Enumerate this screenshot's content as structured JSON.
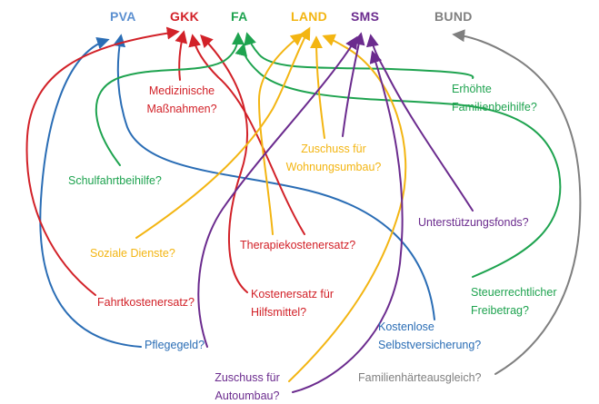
{
  "targets": [
    {
      "id": "pva",
      "label": "PVA",
      "color": "#5b8fd0"
    },
    {
      "id": "gkk",
      "label": "GKK",
      "color": "#d22128"
    },
    {
      "id": "fa",
      "label": "FA",
      "color": "#1ea34f"
    },
    {
      "id": "land",
      "label": "LAND",
      "color": "#f3b512"
    },
    {
      "id": "sms",
      "label": "SMS",
      "color": "#6b2b8e"
    },
    {
      "id": "bund",
      "label": "BUND",
      "color": "#7f7f7f"
    }
  ],
  "benefits": [
    {
      "id": "medizinische",
      "lines": [
        "Medizinische",
        "Maßnahmen?"
      ],
      "color": "#d22128",
      "target": "gkk"
    },
    {
      "id": "familienbeihilfe",
      "lines": [
        "Erhöhte",
        "Familienbeihilfe?"
      ],
      "color": "#1ea34f",
      "target": "fa"
    },
    {
      "id": "wohnungsumbau",
      "lines": [
        "Zuschuss für",
        "Wohnungsumbau?"
      ],
      "color": "#f3b512",
      "target": "land"
    },
    {
      "id": "schulfahrtbeihilfe",
      "lines": [
        "Schulfahrtbeihilfe?"
      ],
      "color": "#1ea34f",
      "target": "fa"
    },
    {
      "id": "unterstuetzungsfonds",
      "lines": [
        "Unterstützungsfonds?"
      ],
      "color": "#6b2b8e",
      "target": "sms"
    },
    {
      "id": "soziale-dienste",
      "lines": [
        "Soziale Dienste?"
      ],
      "color": "#f3b512",
      "target": "land"
    },
    {
      "id": "therapiekosten",
      "lines": [
        "Therapiekostenersatz?"
      ],
      "color": "#d22128",
      "target": "gkk"
    },
    {
      "id": "steuerrechtlich",
      "lines": [
        "Steuerrechtlicher",
        "Freibetrag?"
      ],
      "color": "#1ea34f",
      "target": "fa"
    },
    {
      "id": "fahrtkosten",
      "lines": [
        "Fahrtkostenersatz?"
      ],
      "color": "#d22128",
      "target": "gkk"
    },
    {
      "id": "hilfsmittel",
      "lines": [
        "Kostenersatz für",
        "Hilfsmittel?"
      ],
      "color": "#d22128",
      "target": "gkk"
    },
    {
      "id": "selbstversicherung",
      "lines": [
        "Kostenlose",
        "Selbstversicherung?"
      ],
      "color": "#2a6db5",
      "target": "pva"
    },
    {
      "id": "pflegegeld",
      "lines": [
        "Pflegegeld?"
      ],
      "color": "#2a6db5",
      "target": "pva"
    },
    {
      "id": "autoumbau",
      "lines": [
        "Zuschuss für",
        "Autoumbau?"
      ],
      "color": "#6b2b8e",
      "target": "sms"
    },
    {
      "id": "familienhaerte",
      "lines": [
        "Familienhärteausgleich?"
      ],
      "color": "#7f7f7f",
      "target": "bund"
    }
  ]
}
